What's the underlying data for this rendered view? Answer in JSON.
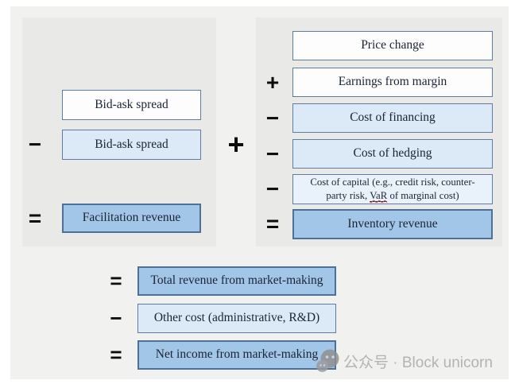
{
  "colors": {
    "page_bg": "#ffffff",
    "inner_bg": "#f1f1f0",
    "panel_bg": "#e9e9e7",
    "box_border": "#5d7ca3",
    "box_white": "#fdfdfe",
    "box_light_blue": "#dce9f6",
    "box_lighter_blue": "#e9f1fa",
    "box_medium_blue": "#a2c6e8",
    "text": "#1b2435",
    "operator": "#0d0d0d",
    "watermark_text": "#b3b3b3"
  },
  "left_panel": {
    "rows": [
      {
        "op": "",
        "label": "Bid-ask spread",
        "style": "white"
      },
      {
        "op": "−",
        "label": "Bid-ask spread",
        "style": "light"
      },
      {
        "op": "=",
        "label": "Facilitation revenue",
        "style": "blue"
      }
    ]
  },
  "join_operator": "+",
  "right_panel": {
    "rows": [
      {
        "op": "",
        "label": "Price change",
        "style": "white"
      },
      {
        "op": "+",
        "label": "Earnings from margin",
        "style": "white"
      },
      {
        "op": "−",
        "label": "Cost of financing",
        "style": "light"
      },
      {
        "op": "−",
        "label": "Cost of hedging",
        "style": "light"
      },
      {
        "op": "−",
        "style": "lighter",
        "line1": "Cost of capital (e.g., credit risk, counter-",
        "line2_pre": "party risk, ",
        "line2_term": "VaR",
        "line2_post": " of marginal cost)"
      },
      {
        "op": "=",
        "label": "Inventory revenue",
        "style": "blue"
      }
    ]
  },
  "bottom_panel": {
    "rows": [
      {
        "op": "=",
        "label": "Total revenue from market-making",
        "style": "blue"
      },
      {
        "op": "−",
        "label": "Other cost (administrative, R&D)",
        "style": "light"
      },
      {
        "op": "=",
        "label": "Net income from market-making",
        "style": "blue"
      }
    ]
  },
  "watermark": {
    "icon": "wechat-official-account-icon",
    "text": "公众号 · Block unicorn"
  }
}
